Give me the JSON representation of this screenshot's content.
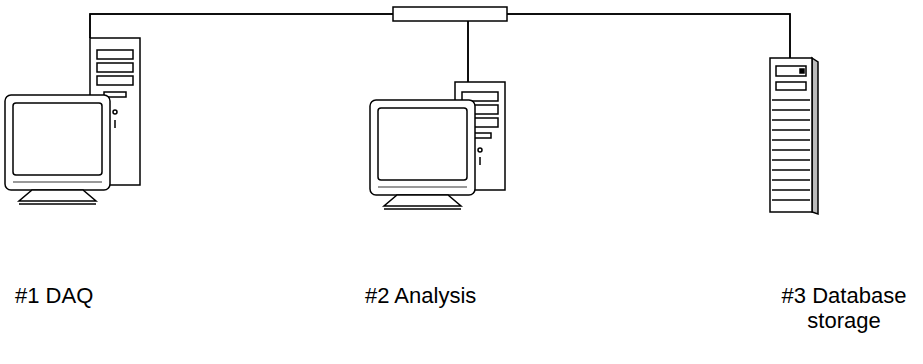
{
  "diagram": {
    "nodes": [
      {
        "text": [
          "#1 DAQ"
        ]
      },
      {
        "text": [
          "#2 Analysis"
        ]
      },
      {
        "text": [
          "#3 Database storage"
        ]
      }
    ],
    "edges": [
      {
        "from": 0,
        "to": 1,
        "arrow": "none"
      },
      {
        "from": 0,
        "to": 2,
        "arrow": "none"
      },
      {
        "from": 1,
        "to": 2,
        "arrow": "none"
      }
    ]
  }
}
